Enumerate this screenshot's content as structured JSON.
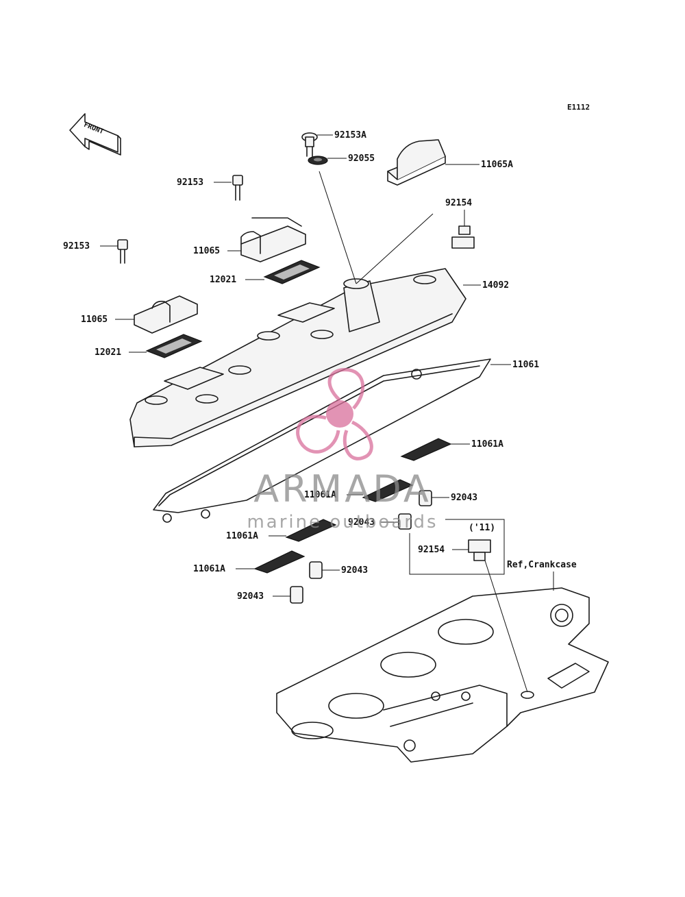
{
  "diagram_code": "E1112",
  "front_arrow_label": "FRONT",
  "watermark": {
    "brand": "ARMADA",
    "tagline": "marine outboards",
    "accent_color": "#d9709b",
    "text_color": "#8a8a8a"
  },
  "callouts": {
    "p92153A": "92153A",
    "p92055": "92055",
    "p11065A": "11065A",
    "p92153_top": "92153",
    "p92154_top": "92154",
    "p92153_left": "92153",
    "p11065_top": "11065",
    "p12021_top": "12021",
    "p14092": "14092",
    "p11065_left": "11065",
    "p12021_left": "12021",
    "p11061": "11061",
    "p11061A_1": "11061A",
    "p11061A_2": "11061A",
    "p92043_1": "92043",
    "p92043_2": "92043",
    "p11061A_3": "11061A",
    "p11061A_4": "11061A",
    "p92043_3": "92043",
    "p92043_4": "92043",
    "p92154_box": "92154",
    "year_note": "('11)",
    "ref_crankcase": "Ref,Crankcase"
  }
}
